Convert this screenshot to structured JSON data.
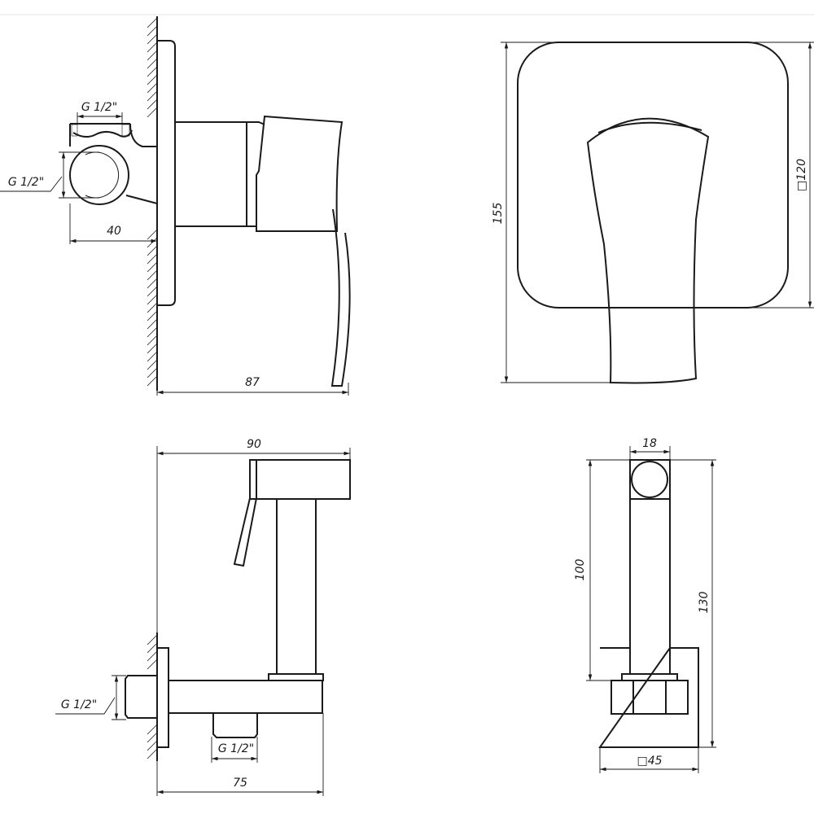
{
  "drawing": {
    "side_view": {
      "thread_top": "G 1/2\"",
      "thread_left": "G 1/2\"",
      "dim_depth_outlet": "40",
      "dim_depth_total": "87"
    },
    "front_view": {
      "dim_height": "155",
      "dim_plate": "□120"
    },
    "holder_side_view": {
      "dim_width": "90",
      "thread_inlet": "G 1/2\"",
      "thread_outlet": "G 1/2\"",
      "dim_depth": "75"
    },
    "holder_front_view": {
      "dim_head": "18",
      "dim_stem": "100",
      "dim_height": "130",
      "dim_base": "□45"
    }
  }
}
